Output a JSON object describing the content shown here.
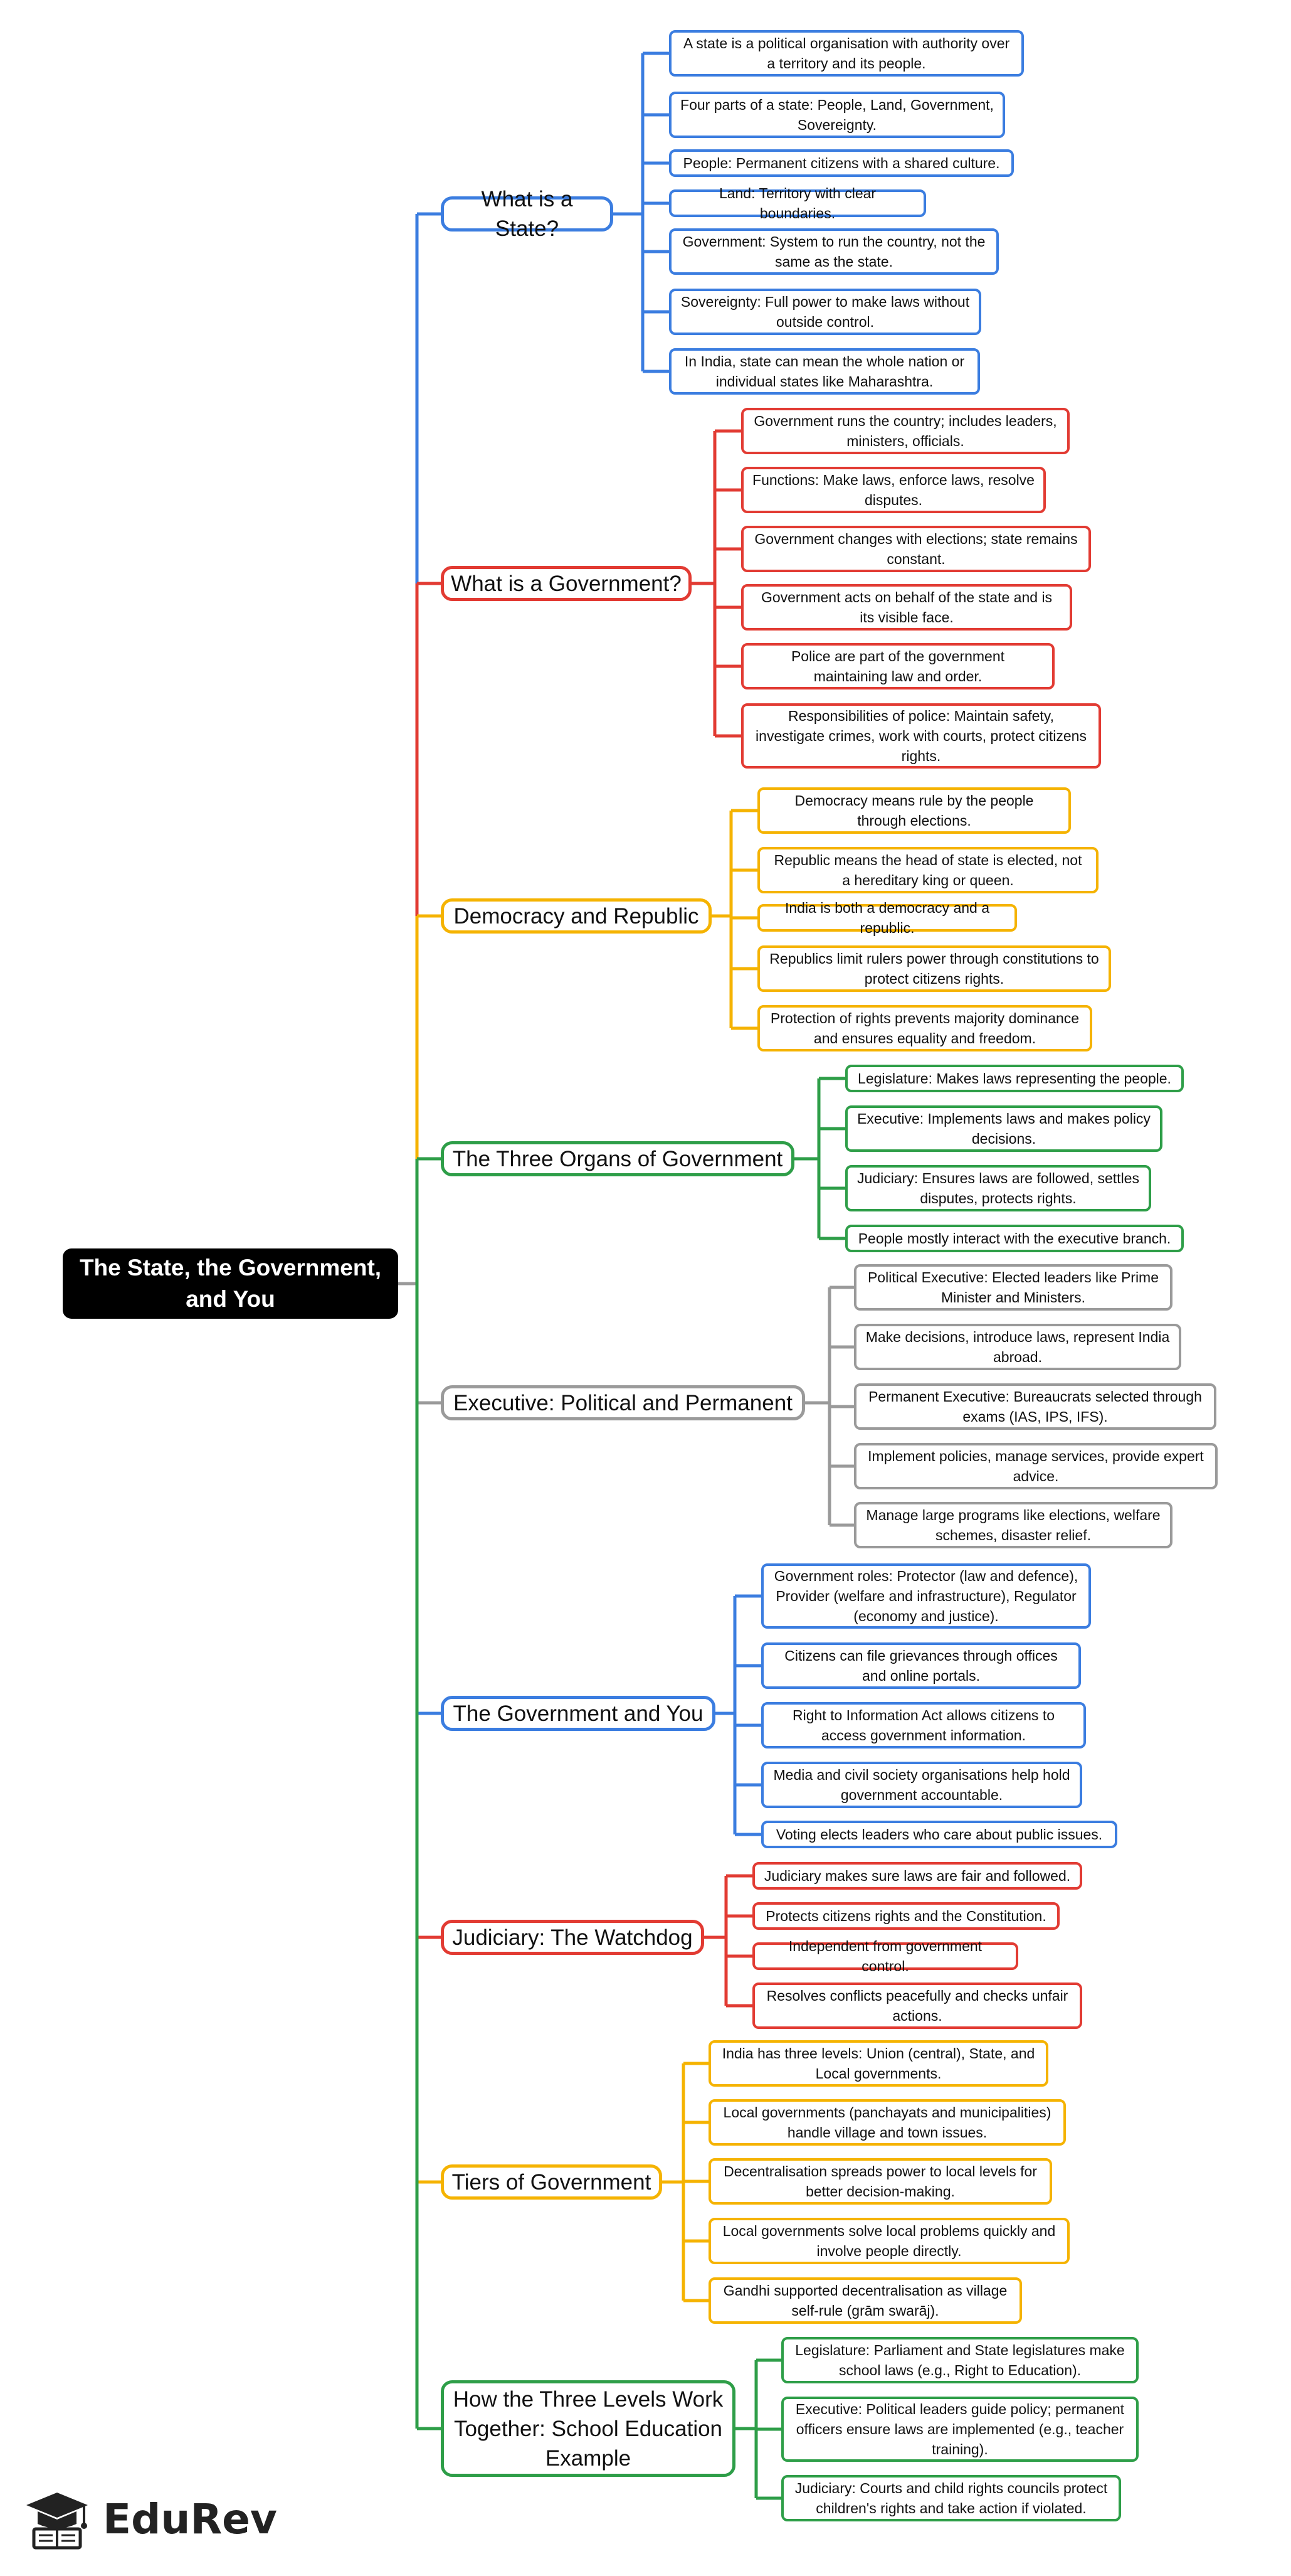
{
  "root": {
    "title": "The State, the Government, and You"
  },
  "brand": {
    "name": "EduRev",
    "icon": "graduation-cap-book-icon"
  },
  "colors": {
    "blue": "#3b7de0",
    "red": "#e23b33",
    "yellow": "#f5b301",
    "green": "#2e9e48",
    "gray": "#9a9a9a",
    "root_bg": "#000000"
  },
  "branches": [
    {
      "title": "What is a State?",
      "color": "blue",
      "leaves": [
        "A state is a political organisation with authority over a territory and its people.",
        "Four parts of a state: People, Land, Government, Sovereignty.",
        "People: Permanent citizens with a shared culture.",
        "Land: Territory with clear boundaries.",
        "Government: System to run the country, not the same as the state.",
        "Sovereignty: Full power to make laws without outside control.",
        "In India, state can mean the whole nation or individual states like Maharashtra."
      ]
    },
    {
      "title": "What is a Government?",
      "color": "red",
      "leaves": [
        "Government runs the country; includes leaders, ministers, officials.",
        "Functions: Make laws, enforce laws, resolve disputes.",
        "Government changes with elections; state remains constant.",
        "Government acts on behalf of the state and is its visible face.",
        "Police are part of the government maintaining law and order.",
        "Responsibilities of police: Maintain safety, investigate crimes, work with courts, protect citizens rights."
      ]
    },
    {
      "title": "Democracy and Republic",
      "color": "yellow",
      "leaves": [
        "Democracy means rule by the people through elections.",
        "Republic means the head of state is elected, not a hereditary king or queen.",
        "India is both a democracy and a republic.",
        "Republics limit rulers power through constitutions to protect citizens rights.",
        "Protection of rights prevents majority dominance and ensures equality and freedom."
      ]
    },
    {
      "title": "The Three Organs of Government",
      "color": "green",
      "leaves": [
        "Legislature: Makes laws representing the people.",
        "Executive: Implements laws and makes policy decisions.",
        "Judiciary: Ensures laws are followed, settles disputes, protects rights.",
        "People mostly interact with the executive branch."
      ]
    },
    {
      "title": "Executive: Political and Permanent",
      "color": "gray",
      "leaves": [
        "Political Executive: Elected leaders like Prime Minister and Ministers.",
        "Make decisions, introduce laws, represent India abroad.",
        "Permanent Executive: Bureaucrats selected through exams (IAS, IPS, IFS).",
        "Implement policies, manage services, provide expert advice.",
        "Manage large programs like elections, welfare schemes, disaster relief."
      ]
    },
    {
      "title": "The Government and You",
      "color": "blue",
      "leaves": [
        "Government roles: Protector (law and defence), Provider (welfare and infrastructure), Regulator (economy and justice).",
        "Citizens can file grievances through offices and online portals.",
        "Right to Information Act allows citizens to access government information.",
        "Media and civil society organisations help hold government accountable.",
        "Voting elects leaders who care about public issues."
      ]
    },
    {
      "title": "Judiciary: The Watchdog",
      "color": "red",
      "leaves": [
        "Judiciary makes sure laws are fair and followed.",
        "Protects citizens rights and the Constitution.",
        "Independent from government control.",
        "Resolves conflicts peacefully and checks unfair actions."
      ]
    },
    {
      "title": "Tiers of Government",
      "color": "yellow",
      "leaves": [
        "India has three levels: Union (central), State, and Local governments.",
        "Local governments (panchayats and municipalities) handle village and town issues.",
        "Decentralisation spreads power to local levels for better decision-making.",
        "Local governments solve local problems quickly and involve people directly.",
        "Gandhi supported decentralisation as village self-rule (grām swarāj)."
      ]
    },
    {
      "title": "How the Three Levels Work Together: School Education Example",
      "color": "green",
      "leaves": [
        "Legislature: Parliament and State legislatures make school laws (e.g., Right to Education).",
        "Executive: Political leaders guide policy; permanent officers ensure laws are implemented (e.g., teacher training).",
        "Judiciary: Courts and child rights councils protect children's rights and take action if violated."
      ]
    }
  ]
}
